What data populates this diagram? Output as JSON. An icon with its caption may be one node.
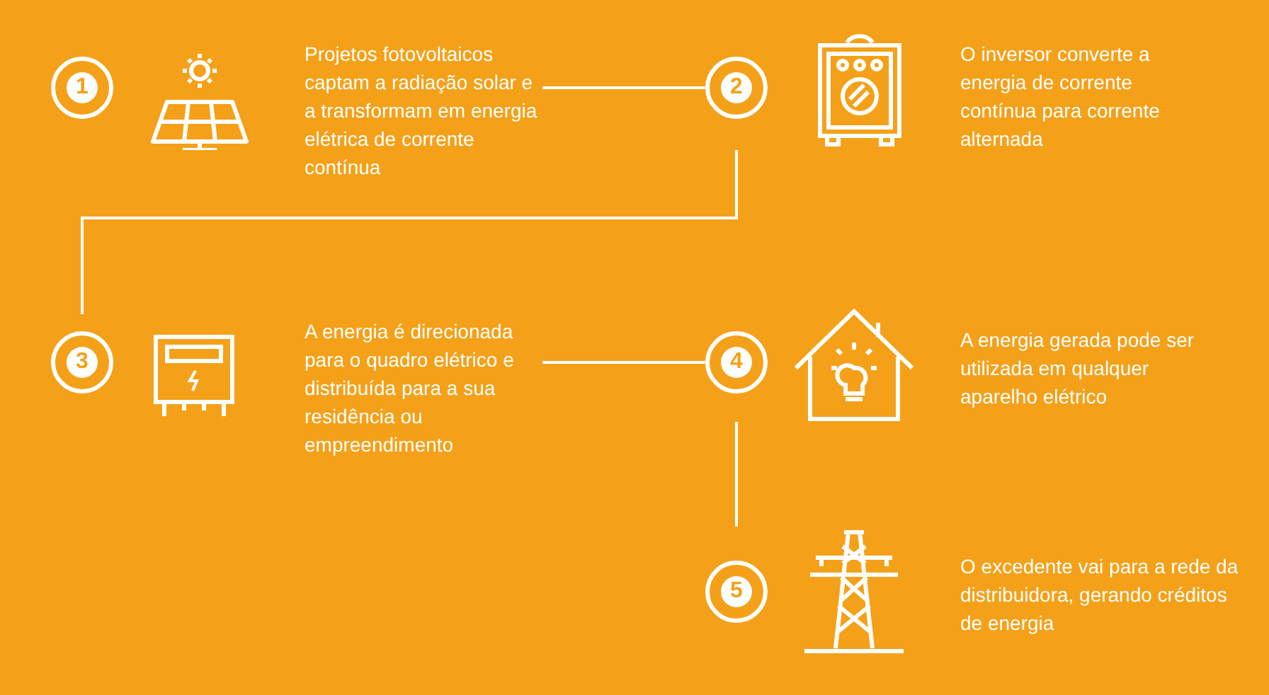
{
  "diagram": {
    "nodes": [
      {
        "text": [
          "1",
          "Projetos fotovoltaicos captam a radiação solar e a transformam em energia elétrica de corrente contínua"
        ]
      },
      {
        "text": [
          "2",
          "O inversor converte a energia de corrente contínua para corrente alternada"
        ]
      },
      {
        "text": [
          "3",
          "A energia é direcionada para o quadro elétrico e distribuída para a sua residência ou empreendimento"
        ]
      },
      {
        "text": [
          "4",
          "A energia gerada pode ser utilizada em qualquer aparelho elétrico"
        ]
      },
      {
        "text": [
          "5",
          "O excedente vai para a rede da distribuidora, gerando créditos de energia"
        ]
      }
    ],
    "edges": [
      {
        "from": 0,
        "to": 1,
        "arrow": "none"
      },
      {
        "from": 1,
        "to": 2,
        "arrow": "none"
      },
      {
        "from": 2,
        "to": 3,
        "arrow": "none"
      },
      {
        "from": 3,
        "to": 4,
        "arrow": "none"
      }
    ]
  }
}
